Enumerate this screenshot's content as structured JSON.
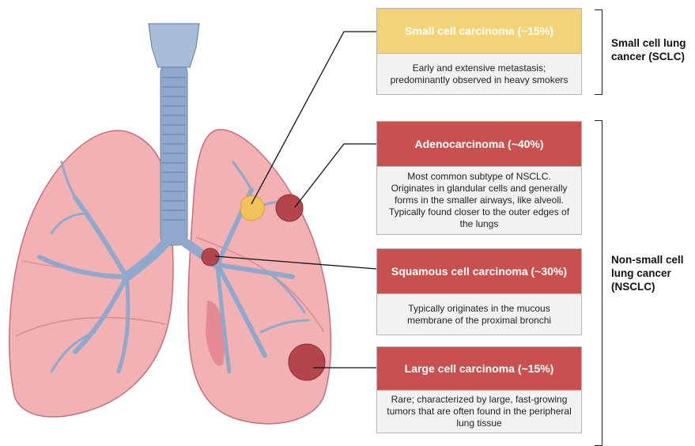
{
  "colors": {
    "sclc_header": "#f3d377",
    "nsclc_header": "#c9504f",
    "lung_fill": "#f2b2b4",
    "lung_outline": "#c4707a",
    "airway": "#8fa8cc",
    "tumor": "#b4454c",
    "tumor_sclc": "#f2c35a"
  },
  "cards": [
    {
      "title": "Small cell carcinoma (~15%)",
      "description": "Early and extensive metastasis; predominantly observed in heavy smokers"
    },
    {
      "title": "Adenocarcinoma (~40%)",
      "description": "Most common subtype of NSCLC. Originates in glandular cells and generally forms in the smaller airways, like alveoli. Typically found closer to the outer edges of the lungs"
    },
    {
      "title": "Squamous cell carcinoma (~30%)",
      "description": "Typically originates in the mucous membrane of the proximal bronchi"
    },
    {
      "title": "Large cell  carcinoma (~15%)",
      "description": "Rare; characterized by large, fast-growing tumors that are often found in the peripheral lung tissue"
    }
  ],
  "groups": [
    {
      "label": "Small cell lung cancer (SCLC)"
    },
    {
      "label": "Non-small cell lung cancer (NSCLC)"
    }
  ]
}
